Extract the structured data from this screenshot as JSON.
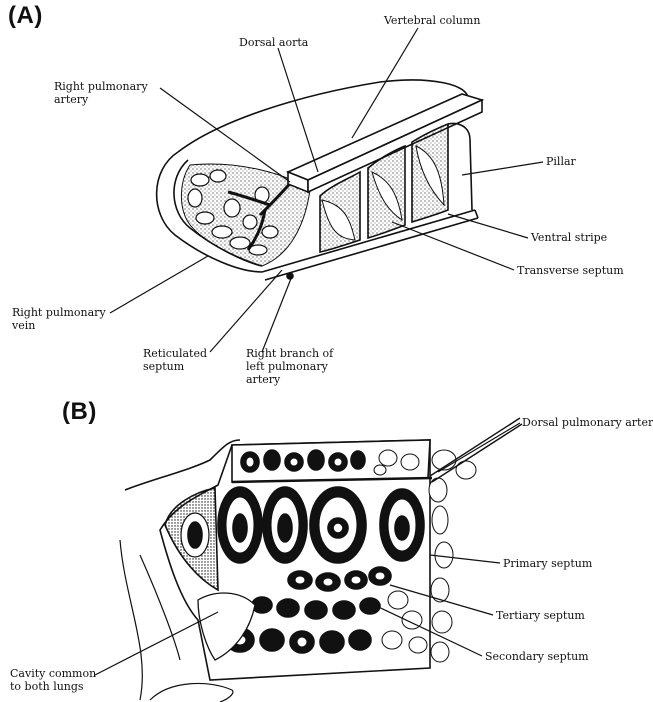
{
  "panels": {
    "a": {
      "label": "(A)",
      "labels": {
        "vertebral_column": "Vertebral column",
        "dorsal_aorta": "Dorsal aorta",
        "right_pulmonary_artery": [
          "Right pulmonary",
          "artery"
        ],
        "pillar": "Pillar",
        "ventral_stripe": "Ventral stripe",
        "transverse_septum": "Transverse septum",
        "right_pulmonary_vein": [
          "Right pulmonary",
          "vein"
        ],
        "reticulated_septum": [
          "Reticulated",
          "septum"
        ],
        "right_branch": [
          "Right branch of",
          "left pulmonary",
          "artery"
        ]
      }
    },
    "b": {
      "label": "(B)",
      "labels": {
        "dorsal_pulmonary_artery": "Dorsal pulmonary artery",
        "primary_septum": "Primary septum",
        "tertiary_septum": "Tertiary septum",
        "secondary_septum": "Secondary septum",
        "cavity_common": [
          "Cavity common",
          "to both lungs"
        ]
      }
    }
  }
}
